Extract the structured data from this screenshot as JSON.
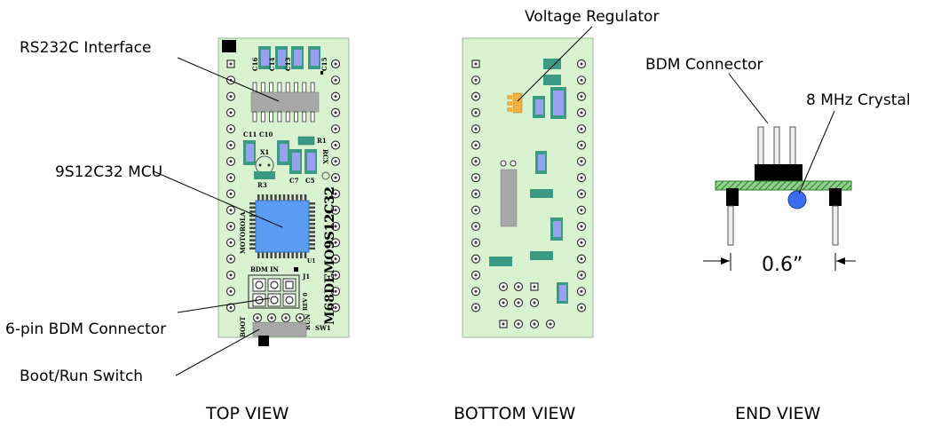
{
  "labels": {
    "rs232": "RS232C Interface",
    "mcu": "9S12C32 MCU",
    "bdm6": "6-pin BDM Connector",
    "boot_switch": "Boot/Run Switch",
    "voltage_reg": "Voltage Regulator",
    "bdm_connector": "BDM Connector",
    "crystal": "8 MHz Crystal",
    "dimension": "0.6”"
  },
  "views": {
    "top": "TOP VIEW",
    "bottom": "BOTTOM VIEW",
    "end": "END VIEW"
  },
  "silkscreen": {
    "c16": "C16",
    "c14": "C14",
    "c13": "C13",
    "c15": "C15",
    "c11": "C11",
    "c10": "C10",
    "x1": "X1",
    "r1": "R1",
    "rcx": "RCX",
    "c7": "C7",
    "c5": "C5",
    "r3": "R3",
    "motorola": "MOTOROLA",
    "part": "9S12C32",
    "u1": "U1",
    "j1": "J1",
    "bdm_in": "BDM IN",
    "board": "M68DEMO9S12C32",
    "rev": "REV 0",
    "boot": "BOOT",
    "run": "RUN",
    "sw1": "SW1"
  },
  "colors": {
    "pcb": "#d9f2d0",
    "chip": "#5a9cf5",
    "cap": "#9aa0f0",
    "resistor": "#3a9a86",
    "ic_gray": "#a8a8a8",
    "regulator": "#f0b040",
    "stripe": "#3c8c3c"
  }
}
